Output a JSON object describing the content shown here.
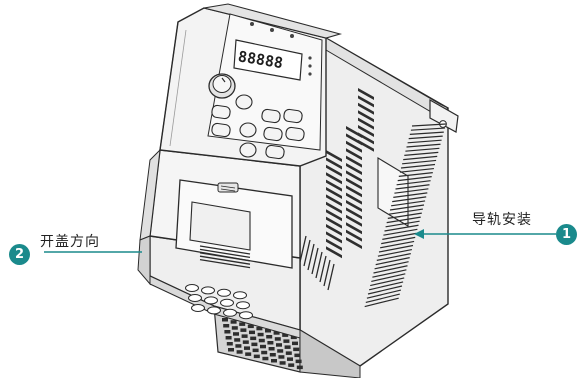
{
  "callouts": [
    {
      "number": "1",
      "label": "导轨安装"
    },
    {
      "number": "2",
      "label": "开盖方向"
    }
  ],
  "device": {
    "display_digits": "88888"
  },
  "colors": {
    "accent": "#1a8a8c",
    "outline": "#2b2b2b",
    "body_light": "#f4f4f4",
    "body_shade": "#d9d9d9",
    "body_dark": "#bfbfbf"
  }
}
